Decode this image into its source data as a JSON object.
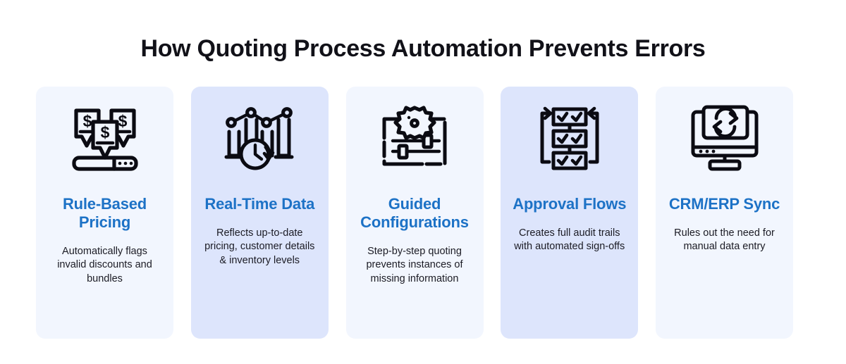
{
  "title": "How Quoting Process Automation Prevents Errors",
  "colors": {
    "page_background": "#ffffff",
    "title_text": "#111118",
    "heading_blue": "#1d72c6",
    "body_text": "#1b1b24",
    "card_pale": "#f2f6fe",
    "card_deep": "#dde5fc",
    "icon_stroke": "#0b0b12"
  },
  "cards": [
    {
      "icon": "price-tags-dollar-icon",
      "tint": "pale",
      "heading": "Rule-Based Pricing",
      "body": "Automatically flags invalid discounts and bundles"
    },
    {
      "icon": "bar-chart-clock-icon",
      "tint": "deep",
      "heading": "Real-Time Data",
      "body": "Reflects up-to-date pricing, customer details & inventory levels"
    },
    {
      "icon": "gear-sliders-icon",
      "tint": "pale",
      "heading": "Guided Configurations",
      "body": "Step-by-step quoting prevents instances of missing information"
    },
    {
      "icon": "approval-checklist-flow-icon",
      "tint": "deep",
      "heading": "Approval Flows",
      "body": "Creates full audit trails with automated sign-offs"
    },
    {
      "icon": "monitor-sync-icon",
      "tint": "pale",
      "heading": "CRM/ERP Sync",
      "body": "Rules out the need for manual data entry"
    }
  ]
}
